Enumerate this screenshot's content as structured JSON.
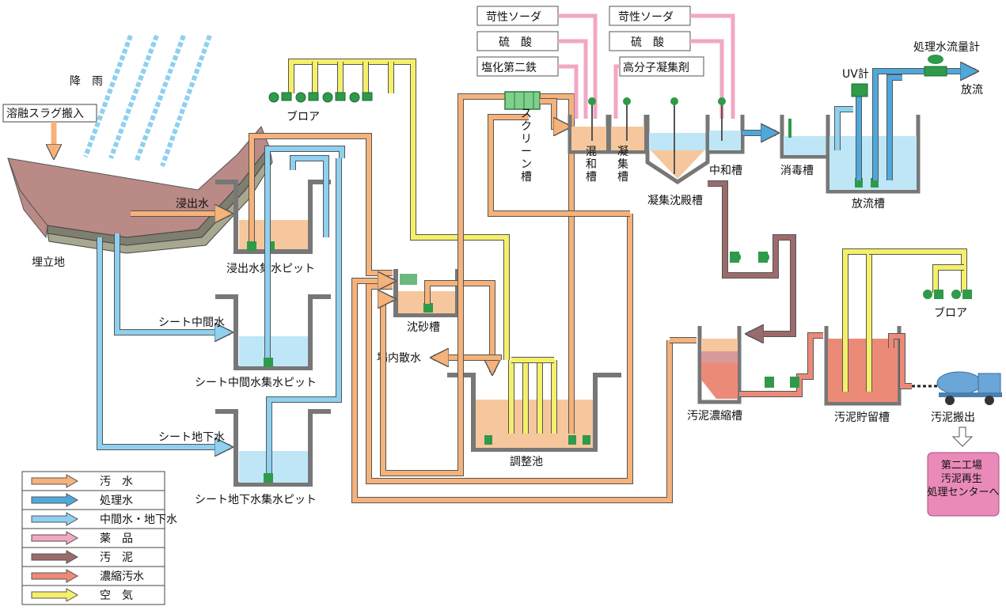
{
  "colors": {
    "sewage": "#f5b27a",
    "treated": "#4fa8dc",
    "groundwater": "#8ed0f0",
    "chemical": "#f2a7c4",
    "sludge": "#9b6b6b",
    "thick_sludge": "#ec8a78",
    "air": "#f5ef6a",
    "landfill": "#b98a86",
    "water_fill": "#bfe6f6",
    "sewage_fill": "#f6c79d",
    "tank_wall": "#7a7a7a",
    "destination_box": "#e98ab9"
  },
  "labels": {
    "slag_in": "溶融スラグ搬入",
    "rain": "降　雨",
    "landfill": "埋立地",
    "leachate": "浸出水",
    "leachate_pit": "浸出水集水ピット",
    "sheet_mid_water": "シート中間水",
    "sheet_mid_pit": "シート中間水集水ピット",
    "sheet_ground_water": "シート地下水",
    "sheet_ground_pit": "シート地下水集水ピット",
    "blower1": "ブロア",
    "blower2": "ブロア",
    "sand_tank": "沈砂槽",
    "onsite_spray": "場内散水",
    "equalization": "調整池",
    "screen_tank": "スクリーン槽",
    "mixing_tank": "混和槽",
    "coag_tank": "凝集槽",
    "settling_tank": "凝集沈殿槽",
    "neutral_tank": "中和槽",
    "disinfect_tank": "消毒槽",
    "discharge_tank": "放流槽",
    "uv_meter": "UV計",
    "flow_meter": "処理水流量計",
    "discharge": "放流",
    "thickener": "汚泥濃縮槽",
    "sludge_storage": "汚泥貯留槽",
    "sludge_out": "汚泥搬出",
    "destination": "第二工場\n汚泥再生\n処理センターへ"
  },
  "chemicals": {
    "caustic1": "苛性ソーダ",
    "sulfuric1": "硫　酸",
    "ferric": "塩化第二鉄",
    "caustic2": "苛性ソーダ",
    "sulfuric2": "硫　酸",
    "polymer": "高分子凝集剤"
  },
  "legend": [
    {
      "label": "汚　水",
      "color": "#f5b27a"
    },
    {
      "label": "処理水",
      "color": "#4fa8dc"
    },
    {
      "label": "中間水・地下水",
      "color": "#8ed0f0"
    },
    {
      "label": "薬　品",
      "color": "#f2a7c4"
    },
    {
      "label": "汚　泥",
      "color": "#9b6b6b"
    },
    {
      "label": "濃縮汚水",
      "color": "#ec8a78"
    },
    {
      "label": "空　気",
      "color": "#f5ef6a"
    }
  ]
}
